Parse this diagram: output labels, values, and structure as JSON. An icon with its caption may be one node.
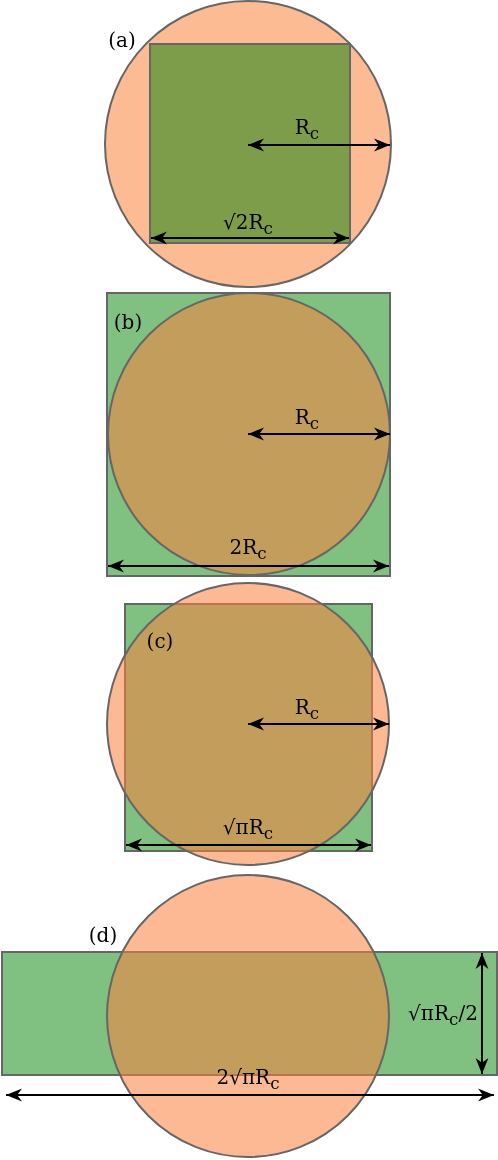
{
  "diagram": {
    "labels": [
      "(a)",
      "R$_{c}$",
      "√2R$_{c}$",
      "(b)",
      "R$_{c}$",
      "2R$_{c}$",
      "(c)",
      "R$_{c}$",
      "√πR$_{c}$",
      "(d)",
      "√πR$_{c}$/2",
      "2√πR$_{c}$"
    ]
  }
}
